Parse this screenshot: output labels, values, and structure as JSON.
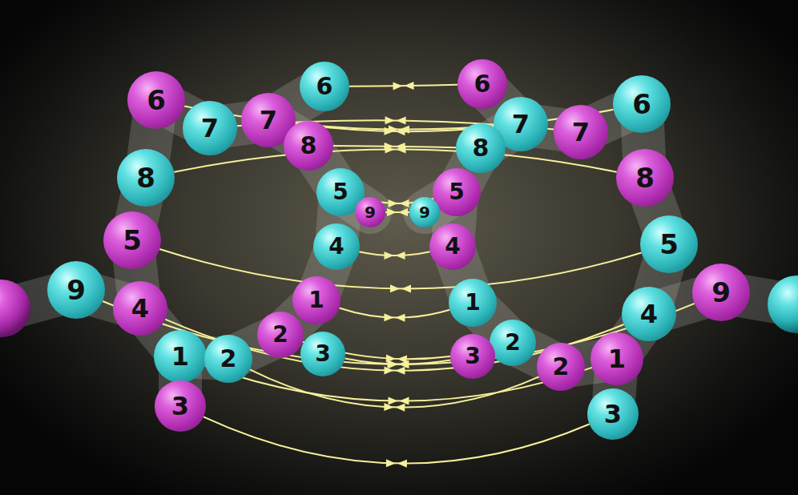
{
  "diagram": {
    "nodes": [
      {
        "text": [
          "6"
        ]
      },
      {
        "text": [
          "6"
        ]
      },
      {
        "text": [
          "7"
        ]
      },
      {
        "text": [
          "7"
        ]
      },
      {
        "text": [
          "8"
        ]
      },
      {
        "text": [
          "8"
        ]
      },
      {
        "text": [
          "5"
        ]
      },
      {
        "text": [
          "9"
        ]
      },
      {
        "text": [
          "5"
        ]
      },
      {
        "text": [
          "4"
        ]
      },
      {
        "text": [
          "9"
        ]
      },
      {
        "text": [
          "1"
        ]
      },
      {
        "text": [
          "4"
        ]
      },
      {
        "text": [
          "2"
        ]
      },
      {
        "text": [
          "3"
        ]
      },
      {
        "text": [
          "1"
        ]
      },
      {
        "text": [
          "2"
        ]
      },
      {
        "text": [
          "3"
        ]
      },
      {
        "text": [
          "6"
        ]
      },
      {
        "text": [
          "6"
        ]
      },
      {
        "text": [
          "7"
        ]
      },
      {
        "text": [
          "7"
        ]
      },
      {
        "text": [
          "8"
        ]
      },
      {
        "text": [
          "8"
        ]
      },
      {
        "text": [
          "5"
        ]
      },
      {
        "text": [
          "9"
        ]
      },
      {
        "text": [
          "5"
        ]
      },
      {
        "text": [
          "4"
        ]
      },
      {
        "text": [
          "9"
        ]
      },
      {
        "text": [
          "1"
        ]
      },
      {
        "text": [
          "4"
        ]
      },
      {
        "text": [
          "2"
        ]
      },
      {
        "text": [
          "3"
        ]
      },
      {
        "text": [
          "1"
        ]
      },
      {
        "text": [
          "2"
        ]
      },
      {
        "text": [
          "3"
        ]
      }
    ],
    "edges": [
      {
        "from": 0,
        "to": 18,
        "arrow": "both"
      },
      {
        "from": 1,
        "to": 19,
        "arrow": "both"
      },
      {
        "from": 2,
        "to": 20,
        "arrow": "both"
      },
      {
        "from": 3,
        "to": 21,
        "arrow": "both"
      },
      {
        "from": 4,
        "to": 22,
        "arrow": "both"
      },
      {
        "from": 5,
        "to": 23,
        "arrow": "both"
      },
      {
        "from": 6,
        "to": 24,
        "arrow": "both"
      },
      {
        "from": 7,
        "to": 25,
        "arrow": "both"
      },
      {
        "from": 8,
        "to": 26,
        "arrow": "both"
      },
      {
        "from": 9,
        "to": 27,
        "arrow": "both"
      },
      {
        "from": 10,
        "to": 28,
        "arrow": "both"
      },
      {
        "from": 11,
        "to": 29,
        "arrow": "both"
      },
      {
        "from": 12,
        "to": 30,
        "arrow": "both"
      },
      {
        "from": 13,
        "to": 31,
        "arrow": "both"
      },
      {
        "from": 14,
        "to": 32,
        "arrow": "both"
      },
      {
        "from": 15,
        "to": 33,
        "arrow": "both"
      },
      {
        "from": 16,
        "to": 34,
        "arrow": "both"
      },
      {
        "from": 17,
        "to": 35,
        "arrow": "both"
      }
    ]
  }
}
